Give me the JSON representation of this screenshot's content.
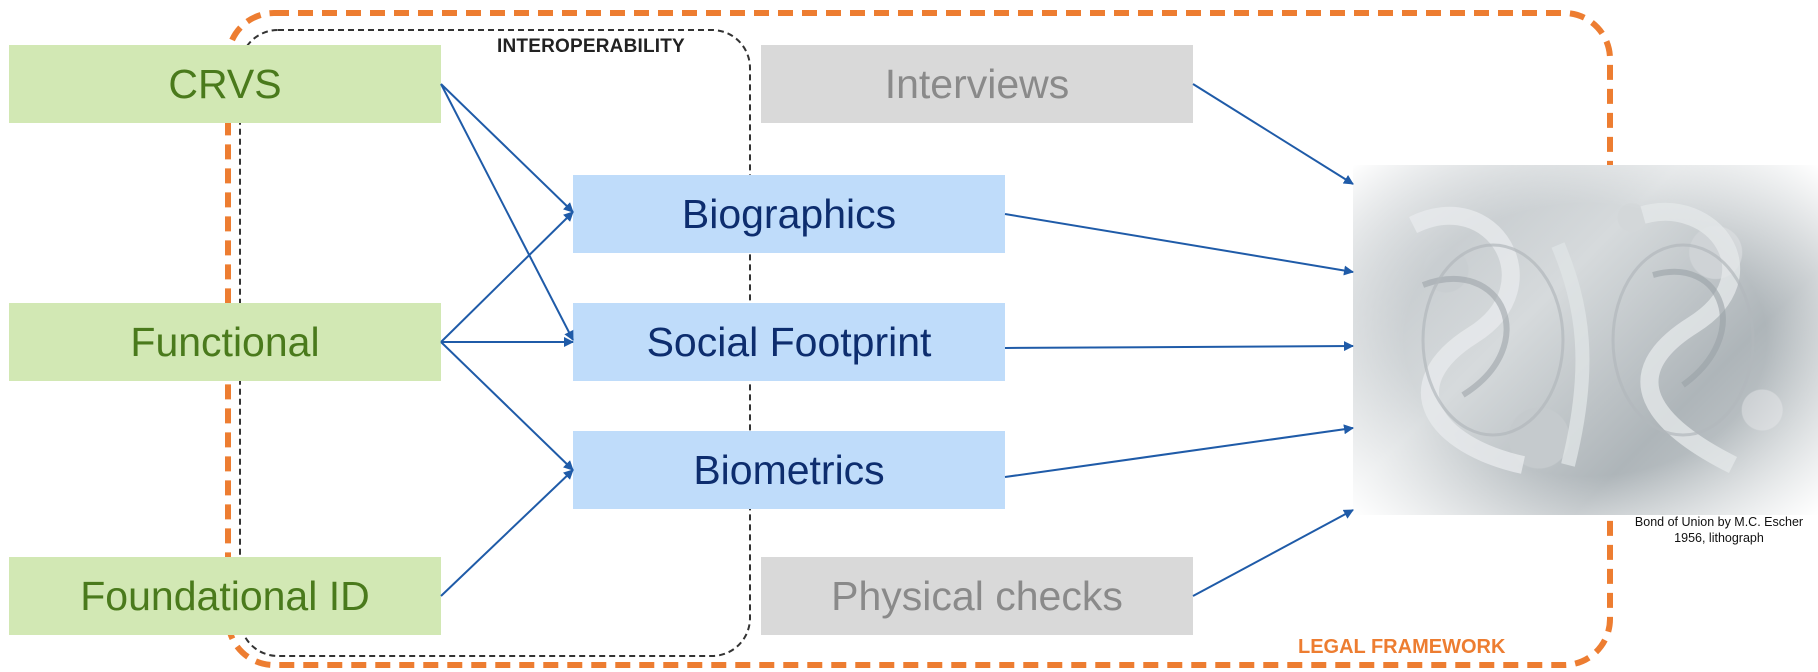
{
  "labels": {
    "interoperability": "INTEROPERABILITY",
    "legal_framework": "LEGAL FRAMEWORK"
  },
  "sources": {
    "crvs": "CRVS",
    "functional": "Functional",
    "foundational": "Foundational ID"
  },
  "data_types": {
    "biographics": "Biographics",
    "social_footprint": "Social Footprint",
    "biometrics": "Biometrics"
  },
  "other_checks": {
    "interviews": "Interviews",
    "physical_checks": "Physical checks"
  },
  "image": {
    "caption_line1": "Bond of Union by M.C. Escher",
    "caption_line2": "1956, lithograph"
  },
  "colors": {
    "legal_frame": "#ed7d31",
    "interop_frame": "#333333",
    "arrow": "#1f5ba8",
    "green_box": "#d2e8b4",
    "blue_box": "#bfdcfa",
    "grey_box": "#d9d9d9"
  }
}
